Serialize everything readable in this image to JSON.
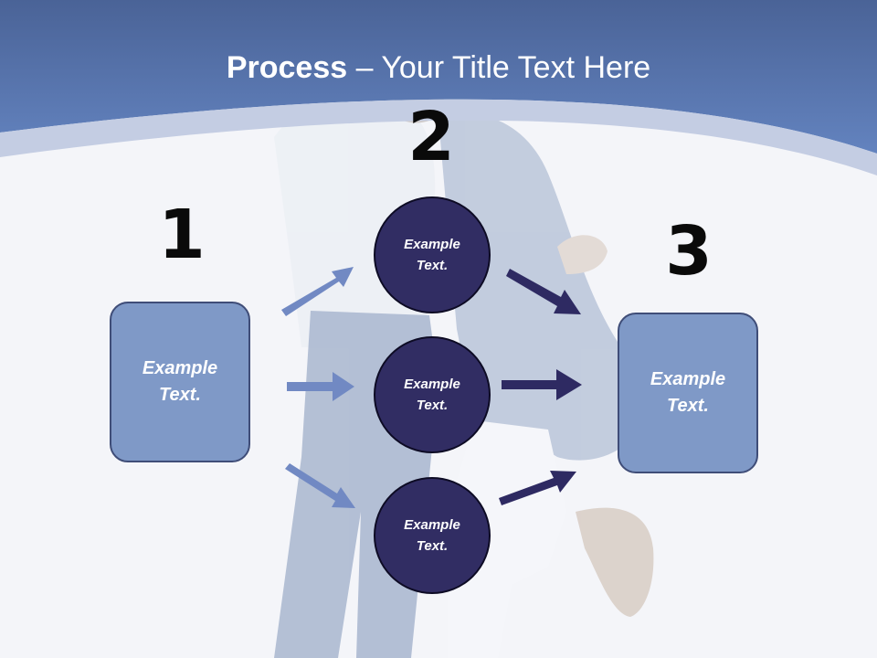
{
  "title": {
    "bold": "Process",
    "rest": " – Your Title Text Here"
  },
  "steps": {
    "one": {
      "number": "1",
      "text": "Example Text."
    },
    "two": {
      "number": "2",
      "items": [
        "Example Text.",
        "Example Text.",
        "Example Text."
      ]
    },
    "three": {
      "number": "3",
      "text": "Example Text."
    }
  },
  "colors": {
    "banner": "#5a79b3",
    "box_fill": "#7f99c7",
    "circle_fill": "#312d63",
    "arrow_light": "#7189c3",
    "arrow_dark": "#2e2a62"
  }
}
